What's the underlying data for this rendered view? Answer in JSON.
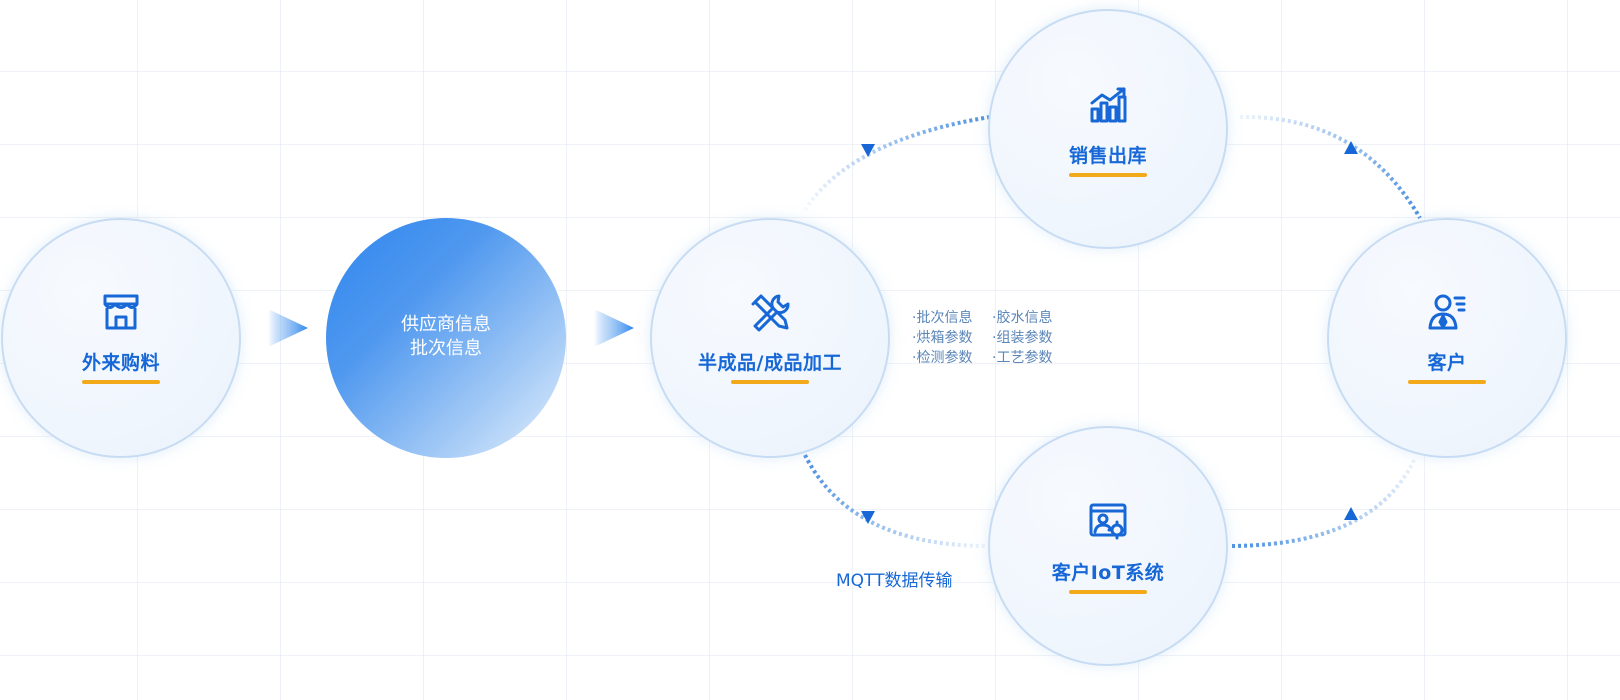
{
  "nodes": {
    "purchase": {
      "label": "外来购料",
      "icon": "store-icon"
    },
    "supplier": {
      "line1": "供应商信息",
      "line2": "批次信息"
    },
    "processing": {
      "label": "半成品/成品加工",
      "icon": "tools-icon"
    },
    "sales": {
      "label": "销售出库",
      "icon": "bar-chart-icon"
    },
    "customer": {
      "label": "客户",
      "icon": "user-icon"
    },
    "iot": {
      "label": "客户IoT系统",
      "icon": "iot-dashboard-icon"
    }
  },
  "params": {
    "rows": [
      [
        "·批次信息",
        "·胶水信息"
      ],
      [
        "·烘箱参数",
        "·组装参数"
      ],
      [
        "·检测参数",
        "·工艺参数"
      ]
    ]
  },
  "mqtt_label": "MQTT数据传输",
  "colors": {
    "primary": "#1768d6",
    "accent": "#f2a91a",
    "circle_border": "#c7dcf3",
    "dots": "#4a8fe0"
  }
}
